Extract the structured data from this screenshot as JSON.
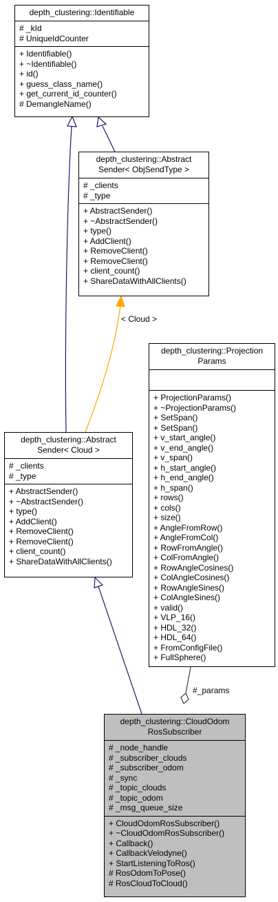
{
  "classes": {
    "identifiable": {
      "title": [
        "depth_clustering::Identifiable"
      ],
      "attributes": [
        "# _kId",
        "# UniqueIdCounter"
      ],
      "methods": [
        "+ Identifiable()",
        "+ ~Identifiable()",
        "+ id()",
        "+ guess_class_name()",
        "+ get_current_id_counter()",
        "# DemangleName()"
      ]
    },
    "abstract_sender_obj": {
      "title": [
        "depth_clustering::Abstract",
        "Sender< ObjSendType >"
      ],
      "attributes": [
        "# _clients",
        "# _type"
      ],
      "methods": [
        "+ AbstractSender()",
        "+ ~AbstractSender()",
        "+ type()",
        "+ AddClient()",
        "+ RemoveClient()",
        "+ RemoveClient()",
        "+ client_count()",
        "+ ShareDataWithAllClients()"
      ]
    },
    "projection_params": {
      "title": [
        "depth_clustering::Projection",
        "Params"
      ],
      "attributes": [],
      "methods": [
        "+ ProjectionParams()",
        "+ ~ProjectionParams()",
        "+ SetSpan()",
        "+ SetSpan()",
        "+ v_start_angle()",
        "+ v_end_angle()",
        "+ v_span()",
        "+ h_start_angle()",
        "+ h_end_angle()",
        "+ h_span()",
        "+ rows()",
        "+ cols()",
        "+ size()",
        "+ AngleFromRow()",
        "+ AngleFromCol()",
        "+ RowFromAngle()",
        "+ ColFromAngle()",
        "+ RowAngleCosines()",
        "+ ColAngleCosines()",
        "+ RowAngleSines()",
        "+ ColAngleSines()",
        "+ valid()",
        "+ VLP_16()",
        "+ HDL_32()",
        "+ HDL_64()",
        "+ FromConfigFile()",
        "+ FullSphere()"
      ]
    },
    "abstract_sender_cloud": {
      "title": [
        "depth_clustering::Abstract",
        "Sender< Cloud >"
      ],
      "attributes": [
        "# _clients",
        "# _type"
      ],
      "methods": [
        "+ AbstractSender()",
        "+ ~AbstractSender()",
        "+ type()",
        "+ AddClient()",
        "+ RemoveClient()",
        "+ RemoveClient()",
        "+ client_count()",
        "+ ShareDataWithAllClients()"
      ]
    },
    "cloud_odom_ros_subscriber": {
      "title": [
        "depth_clustering::CloudOdom",
        "RosSubscriber"
      ],
      "attributes": [
        "# _node_handle",
        "# _subscriber_clouds",
        "# _subscriber_odom",
        "# _sync",
        "# _topic_clouds",
        "# _topic_odom",
        "# _msg_queue_size"
      ],
      "methods": [
        "+ CloudOdomRosSubscriber()",
        "+ ~CloudOdomRosSubscriber()",
        "+ Callback()",
        "+ CallbackVelodyne()",
        "+ StartListeningToRos()",
        "# RosOdomToPose()",
        "# RosCloudToCloud()"
      ]
    }
  },
  "edges": {
    "template_label": "< Cloud >",
    "params_label": "#_params"
  },
  "colors": {
    "inheritance": "#191970",
    "template": "#ffa500",
    "composition": "#404040",
    "highlight": "#bfbfbf"
  }
}
